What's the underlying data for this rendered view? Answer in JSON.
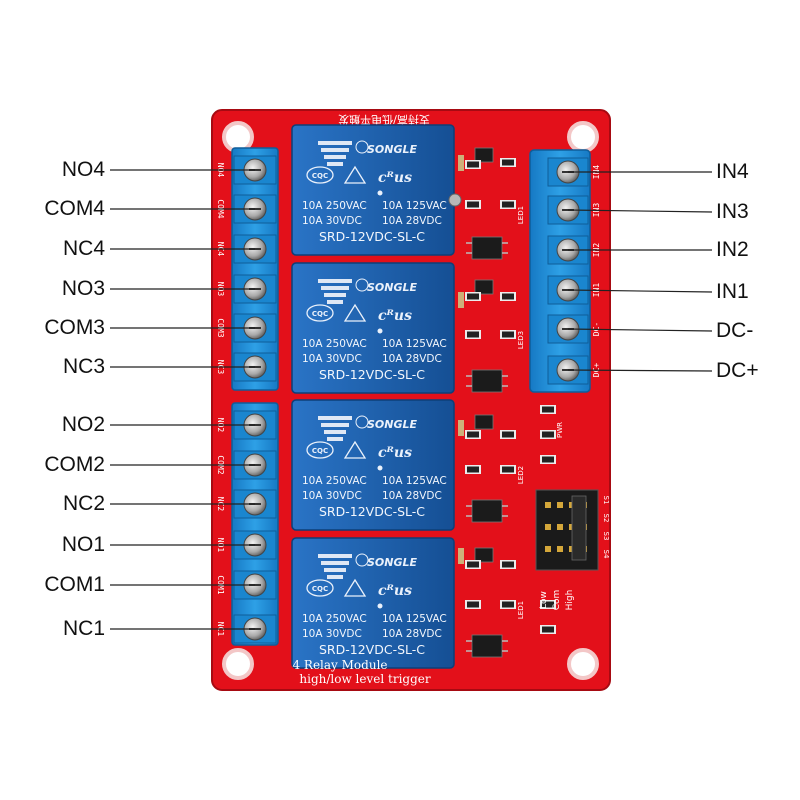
{
  "board": {
    "color": "#e3101a",
    "dark_color": "#b70c14",
    "top_silk": "支持高/低电平触发",
    "bottom_silk_1": "4 Relay Module",
    "bottom_silk_2": "high/low level trigger"
  },
  "relay": {
    "color": "#1c64b4",
    "brand": "SONGLE",
    "cert": "CQC",
    "line1_left": "10A 250VAC",
    "line1_right": "10A 125VAC",
    "line2_left": "10A  30VDC",
    "line2_right": "10A 28VDC",
    "model": "SRD-12VDC-SL-C"
  },
  "terminal_color": "#1f8fd6",
  "left_labels": [
    "NO4",
    "COM4",
    "NC4",
    "NO3",
    "COM3",
    "NC3",
    "NO2",
    "COM2",
    "NC2",
    "NO1",
    "COM1",
    "NC1"
  ],
  "right_labels": [
    "IN4",
    "IN3",
    "IN2",
    "IN1",
    "DC-",
    "DC+"
  ],
  "right_silk": [
    "IN4",
    "IN3",
    "IN2",
    "IN1",
    "DC-",
    "DC+"
  ],
  "led_labels": [
    "LED1",
    "LED3",
    "LED2",
    "LED1"
  ],
  "pwr_label": "PWR",
  "jumper_labels": [
    "Low",
    "Com",
    "High"
  ],
  "jumper_pins": [
    "S1",
    "S2",
    "S3",
    "S4"
  ]
}
